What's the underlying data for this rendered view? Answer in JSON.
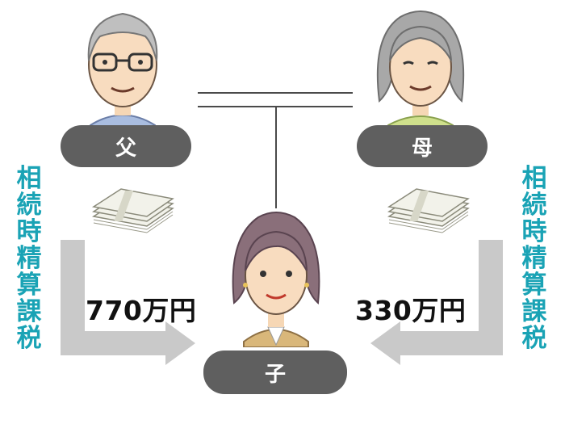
{
  "people": {
    "father_label": "父",
    "mother_label": "母",
    "child_label": "子"
  },
  "left": {
    "tax_label": "相続時精算課税",
    "amount": "770万円"
  },
  "right": {
    "tax_label": "相続時精算課税",
    "amount": "330万円"
  },
  "colors": {
    "pill": "#5f5f5f",
    "tax_label": "#1aa3b5",
    "arrow": "#c9c9c9",
    "line": "#4a4a4a"
  }
}
